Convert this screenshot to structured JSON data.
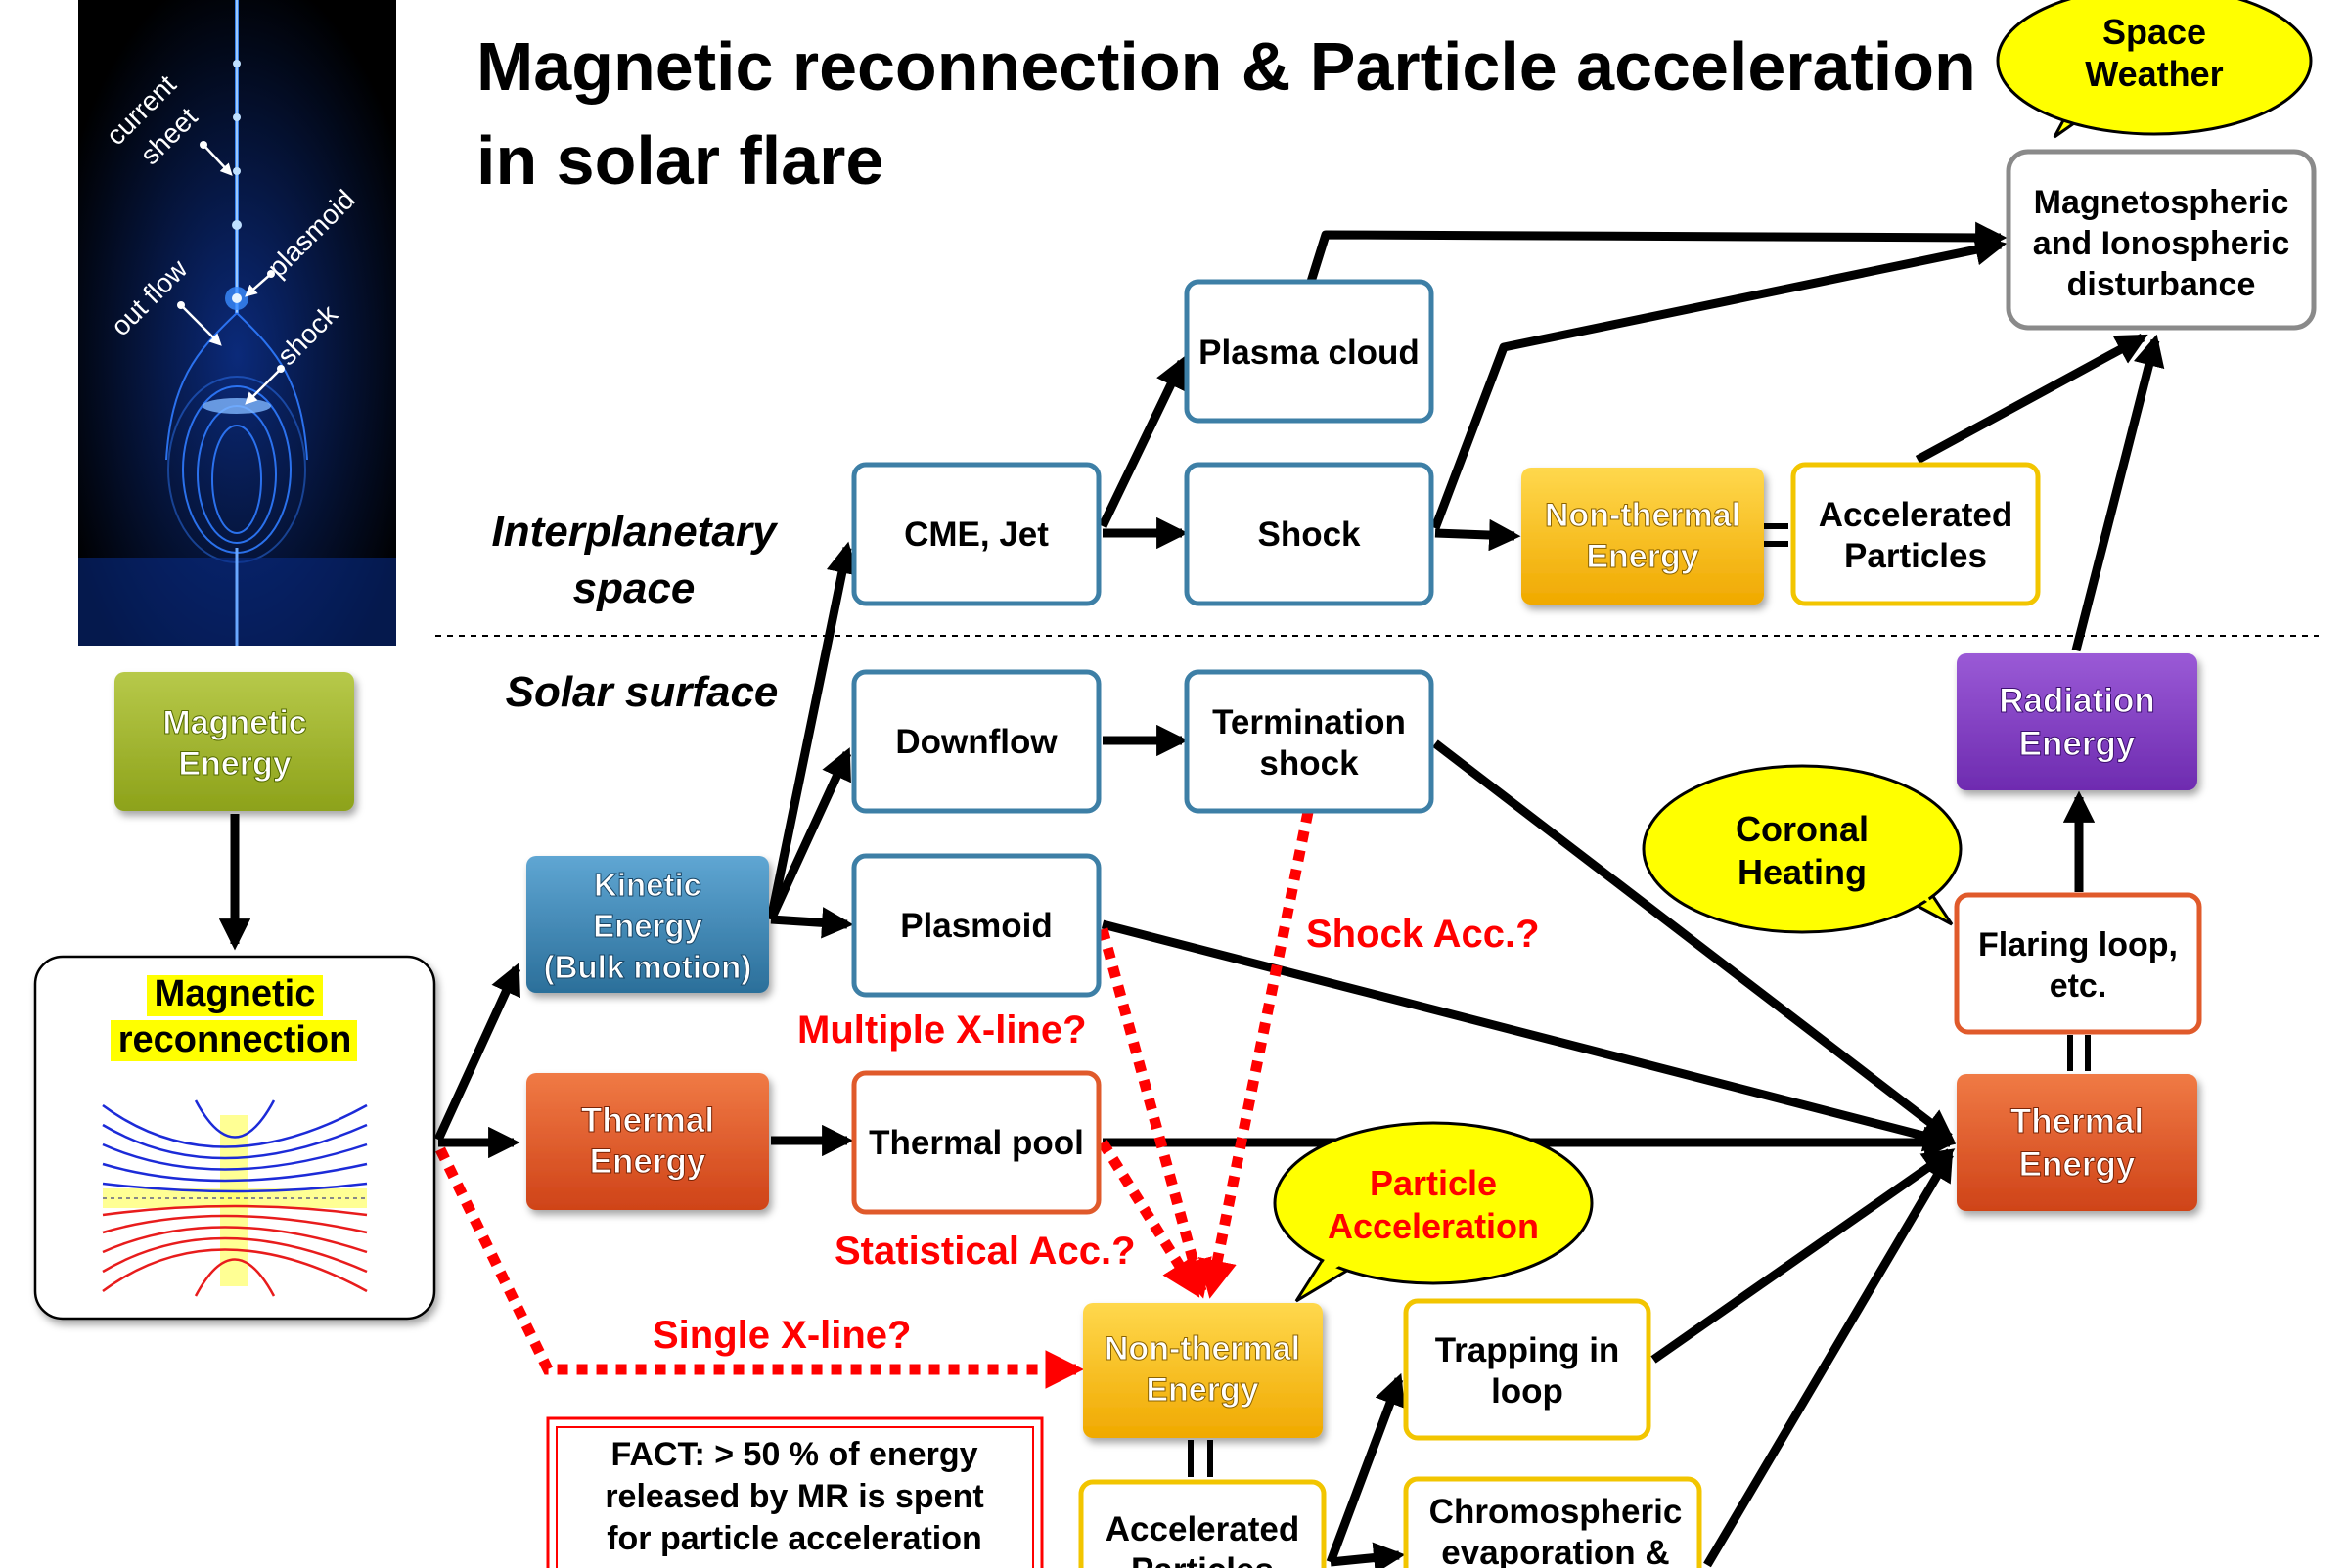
{
  "title": {
    "line1": "Magnetic reconnection & Particle acceleration",
    "line2": "in solar flare"
  },
  "inset": {
    "labels": [
      "current",
      "sheet",
      "out flow",
      "plasmoid",
      "shock"
    ]
  },
  "regions": {
    "interplanetary": [
      "Interplanetary",
      "space"
    ],
    "solar_surface": "Solar surface"
  },
  "colors": {
    "blue_box": "#3d7fa6",
    "red_box": "#e05a2b",
    "gold_box": "#f2c500",
    "gray_box": "#8a8a8a",
    "red_text": "#ff0000",
    "bubble_fill": "#ffff00"
  },
  "nodes": {
    "magnetic_energy": [
      "Magnetic",
      "Energy"
    ],
    "magnetic_reconnection": [
      "Magnetic",
      "reconnection"
    ],
    "kinetic_energy": [
      "Kinetic",
      "Energy",
      "(Bulk motion)"
    ],
    "thermal_energy_left": [
      "Thermal",
      "Energy"
    ],
    "cme_jet": [
      "CME, Jet"
    ],
    "plasma_cloud": [
      "Plasma cloud"
    ],
    "shock": [
      "Shock"
    ],
    "nonthermal_top": [
      "Non-thermal",
      "Energy"
    ],
    "accelerated_top": [
      "Accelerated",
      "Particles"
    ],
    "magnetospheric": [
      "Magnetospheric",
      "and Ionospheric",
      "disturbance"
    ],
    "downflow": [
      "Downflow"
    ],
    "termination_shock": [
      "Termination",
      "shock"
    ],
    "plasmoid": [
      "Plasmoid"
    ],
    "thermal_pool": [
      "Thermal pool"
    ],
    "radiation_energy": [
      "Radiation",
      "Energy"
    ],
    "flaring_loop": [
      "Flaring loop,",
      "etc."
    ],
    "thermal_energy_right": [
      "Thermal",
      "Energy"
    ],
    "nonthermal_bottom": [
      "Non-thermal",
      "Energy"
    ],
    "accelerated_bottom": [
      "Accelerated",
      "Particles"
    ],
    "trapping": [
      "Trapping in",
      "loop"
    ],
    "chromospheric": [
      "Chromospheric",
      "evaporation &"
    ]
  },
  "bubbles": {
    "space_weather": [
      "Space",
      "Weather"
    ],
    "coronal_heating": [
      "Coronal",
      "Heating"
    ],
    "particle_acceleration": [
      "Particle",
      "Acceleration"
    ]
  },
  "annotations": {
    "shock_acc": "Shock Acc.?",
    "multiple_xline": "Multiple X-line?",
    "statistical_acc": "Statistical Acc.?",
    "single_xline": "Single X-line?"
  },
  "fact": [
    "FACT: > 50 % of energy",
    "released by MR is spent",
    "for particle acceleration"
  ]
}
